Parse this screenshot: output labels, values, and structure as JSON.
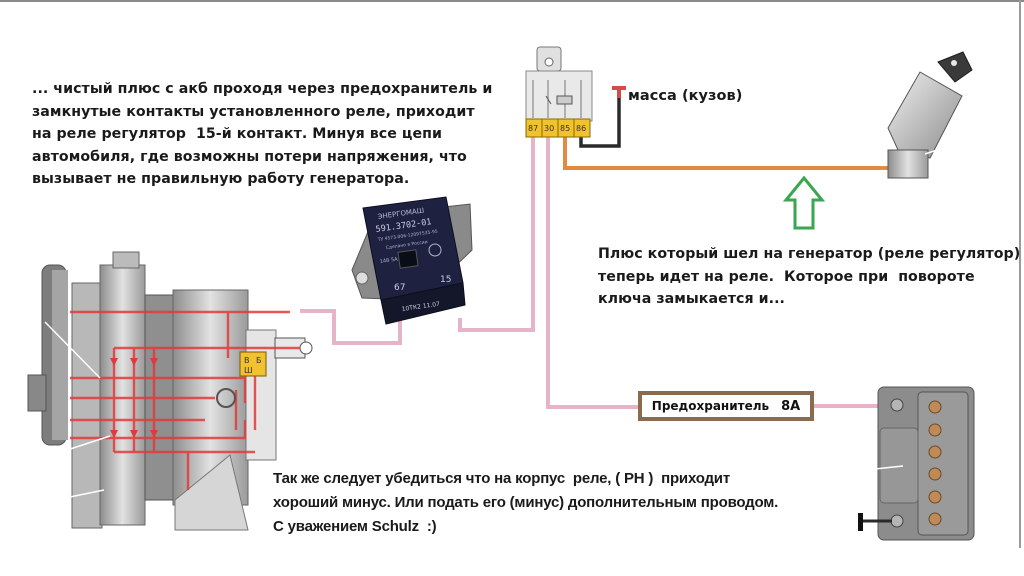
{
  "diagram": {
    "title": "Подключение реле регулятора генератора через дополнительное реле",
    "notes": {
      "top_left": "... чистый плюс с акб проходя через предохранитель и\nзамкнутые контакты установленного реле, приходит\nна реле регулятор  15-й контакт. Минуя все цепи\nавтомобиля, где возможны потери напряжения, что\nвызывает не правильную работу генератора.",
      "right": "Плюс который шел на генератор (реле регулятор)\nтеперь идет на реле.  Которое при  повороте\nключа замыкается и...",
      "bottom": "Так же следует убедиться что на корпус  реле, ( РН )  приходит\nхороший минус. Или подать его (минус) дополнительным проводом.\nС уважением Schulz  :)"
    },
    "ground_label": "масса (кузов)",
    "fuse": {
      "label": "Предохранитель",
      "rating": "8А"
    },
    "relay": {
      "name": "relay",
      "pins": [
        "87",
        "30",
        "85",
        "86"
      ]
    },
    "regulator": {
      "brand": "ЭНЕРГОМАШ",
      "model": "591.3702-01",
      "spec_line": "ТУ 4573-006-12097535-95",
      "made_in": "Сделано в России",
      "voltage": "14В 5А",
      "pin_left": "67",
      "pin_right": "15",
      "date_code": "10ТК2 11.07"
    },
    "alternator": {
      "terminal_labels": [
        "В",
        "Б",
        "Ш"
      ]
    },
    "components": [
      "alternator",
      "voltage-regulator",
      "relay",
      "ignition-switch",
      "battery",
      "fuse"
    ],
    "colors": {
      "wire_pink": "#e6b3c8",
      "wire_orange": "#e08a44",
      "wire_black": "#2a2a2a",
      "circuit_red": "#e23a3a",
      "arrow_green": "#3aa64f",
      "fuse_border": "#8b6a4e",
      "relay_pins": "#f2c12e"
    }
  }
}
